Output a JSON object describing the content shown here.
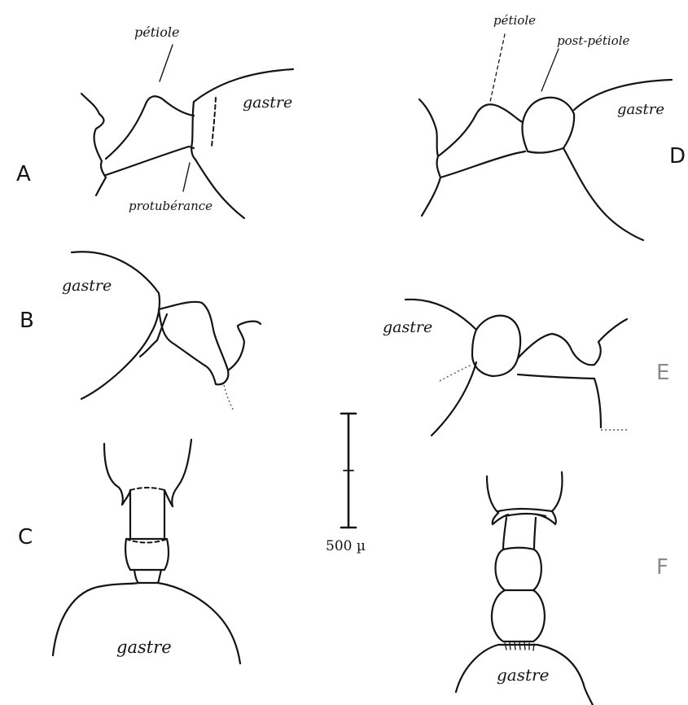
{
  "figure": {
    "panels": {
      "A": {
        "letter": "A",
        "labels": {
          "petiole": "pétiole",
          "gastre": "gastre",
          "protuberance": "protubérance"
        }
      },
      "B": {
        "letter": "B",
        "labels": {
          "gastre": "gastre"
        }
      },
      "C": {
        "letter": "C",
        "labels": {
          "gastre": "gastre"
        }
      },
      "D": {
        "letter": "D",
        "labels": {
          "petiole": "pétiole",
          "postpetiole": "post-pétiole",
          "gastre": "gastre"
        }
      },
      "E": {
        "letter": "E",
        "labels": {
          "gastre": "gastre"
        }
      },
      "F": {
        "letter": "F",
        "labels": {
          "gastre": "gastre"
        }
      }
    },
    "scale_bar": {
      "label": "500 µ"
    }
  }
}
